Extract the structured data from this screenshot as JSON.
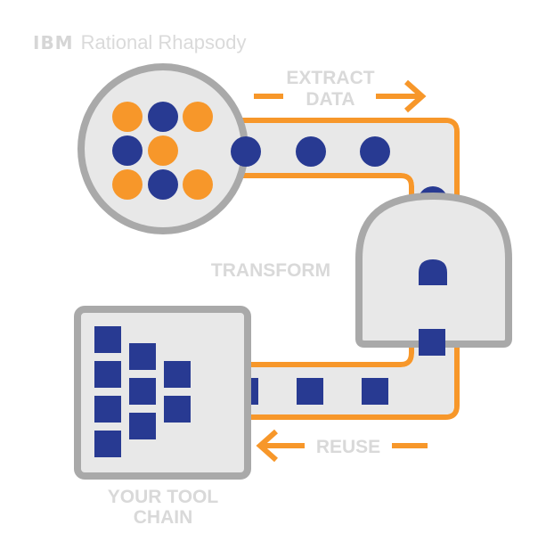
{
  "brand": {
    "mark": "IBM",
    "product": "Rational Rhapsody"
  },
  "labels": {
    "extract_line1": "EXTRACT",
    "extract_line2": "DATA",
    "transform": "TRANSFORM",
    "reuse": "REUSE",
    "toolchain_line1": "YOUR TOOL",
    "toolchain_line2": "CHAIN"
  },
  "colors": {
    "orange": "#f7972a",
    "navy": "#283a92",
    "gray_fill": "#e8e8e8",
    "gray_stroke": "#a9a9a9",
    "label_gray": "#d9d9d9"
  }
}
